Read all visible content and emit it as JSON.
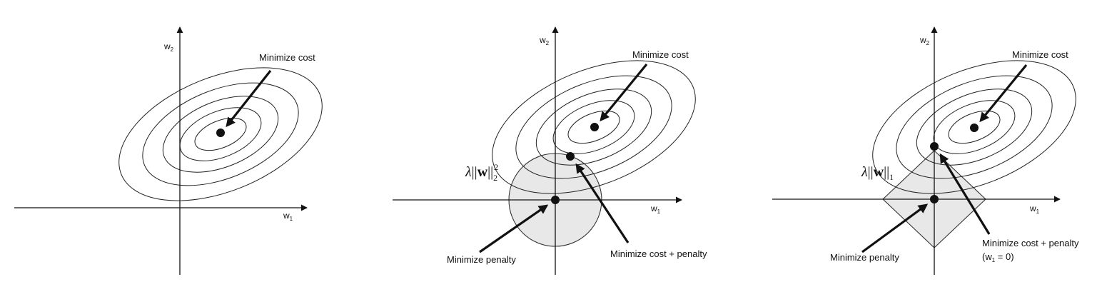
{
  "panels": [
    {
      "id": "unregularized",
      "x_axis_label": {
        "main": "w",
        "sub": "1"
      },
      "y_axis_label": {
        "main": "w",
        "sub": "2"
      },
      "annotations": {
        "cost": "Minimize cost"
      }
    },
    {
      "id": "l2",
      "x_axis_label": {
        "main": "w",
        "sub": "1"
      },
      "y_axis_label": {
        "main": "w",
        "sub": "2"
      },
      "penalty_formula": {
        "lambda": "λ",
        "open": "||",
        "w": "w",
        "close": "||",
        "sub": "2",
        "sup": "2"
      },
      "penalty_region_shape": "circle",
      "annotations": {
        "cost": "Minimize cost",
        "penalty": "Minimize penalty",
        "cost_plus_penalty": "Minimize cost + penalty"
      }
    },
    {
      "id": "l1",
      "x_axis_label": {
        "main": "w",
        "sub": "1"
      },
      "y_axis_label": {
        "main": "w",
        "sub": "2"
      },
      "penalty_formula": {
        "lambda": "λ",
        "open": "||",
        "w": "w",
        "close": "||",
        "sub": "1"
      },
      "penalty_region_shape": "diamond",
      "annotations": {
        "cost": "Minimize cost",
        "penalty": "Minimize penalty",
        "cost_plus_penalty": "Minimize cost + penalty",
        "cost_plus_penalty_note": {
          "open": "(w",
          "sub": "1",
          "rest": " = 0)"
        }
      }
    }
  ],
  "colors": {
    "penalty_region_fill": "#e8e8e8",
    "stroke": "#111111"
  }
}
